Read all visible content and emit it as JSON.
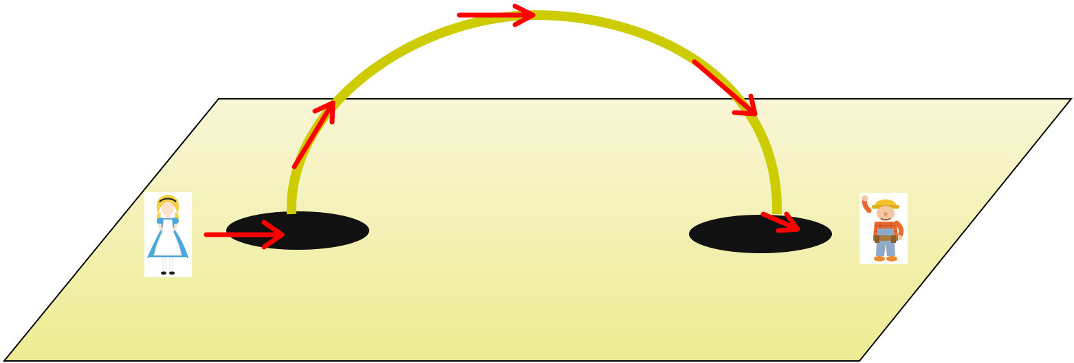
{
  "diagram": {
    "colors": {
      "background": "#ffffff",
      "plane_fill_light": "#f8f6d6",
      "plane_fill_dark": "#eeec92",
      "plane_stroke": "#000000",
      "hole_fill": "#111111",
      "tube": "#cccc00",
      "arrow": "#ff0000"
    },
    "elements": {
      "plane": "flat-sheet",
      "hole_left": "hole",
      "hole_right": "hole",
      "tube": "wormhole-arc",
      "traveler_left": "girl-in-blue-dress-figure",
      "traveler_right": "builder-with-hard-hat-figure",
      "arrows": "direction-arrows"
    }
  }
}
